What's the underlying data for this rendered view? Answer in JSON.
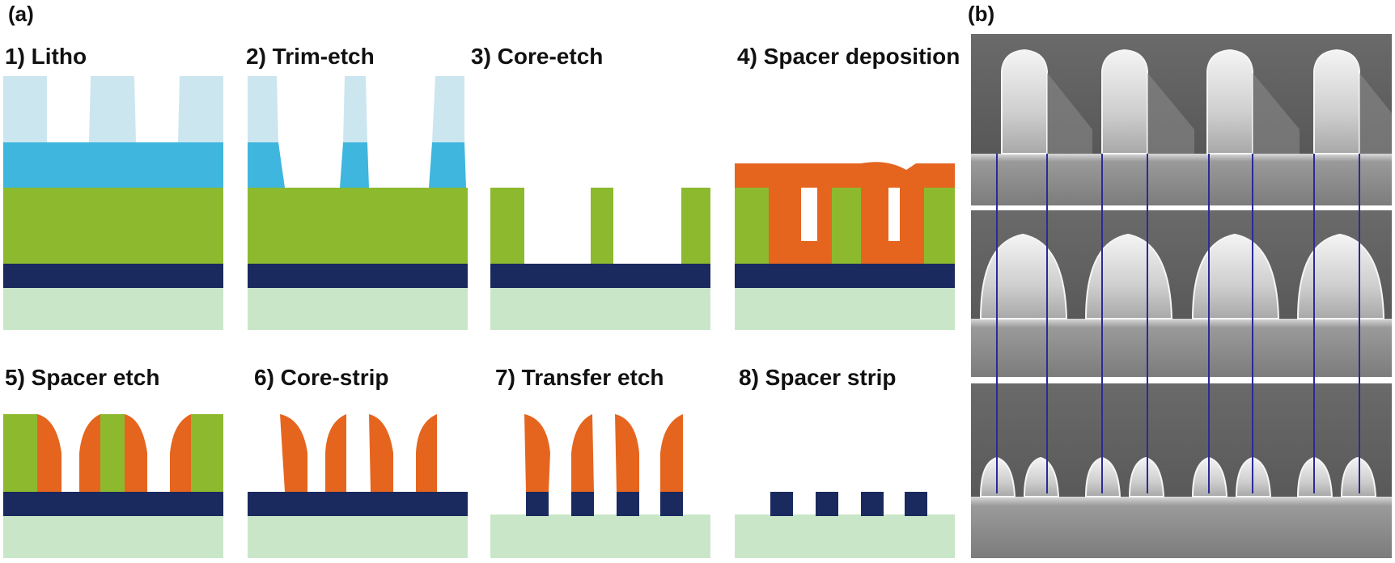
{
  "panels": {
    "a_label": "(a)",
    "b_label": "(b)"
  },
  "steps": [
    {
      "id": "litho",
      "title": "1) Litho"
    },
    {
      "id": "trim",
      "title": "2) Trim-etch"
    },
    {
      "id": "core",
      "title": "3) Core-etch"
    },
    {
      "id": "spacer-dep",
      "title": "4) Spacer deposition"
    },
    {
      "id": "spacer-etch",
      "title": "5) Spacer etch"
    },
    {
      "id": "core-strip",
      "title": "6) Core-strip"
    },
    {
      "id": "transfer",
      "title": "7) Transfer etch"
    },
    {
      "id": "spacer-strip",
      "title": "8) Spacer strip"
    }
  ],
  "colors": {
    "resist": "#cce6f0",
    "bottom_antireflective": "#3fb6de",
    "core": "#8db92e",
    "hard_mask": "#1a2a5e",
    "substrate": "#c9e7c8",
    "spacer": "#e5651f",
    "sem_background": "#5c5c5c",
    "sem_guide_line": "#2a2a9a"
  }
}
